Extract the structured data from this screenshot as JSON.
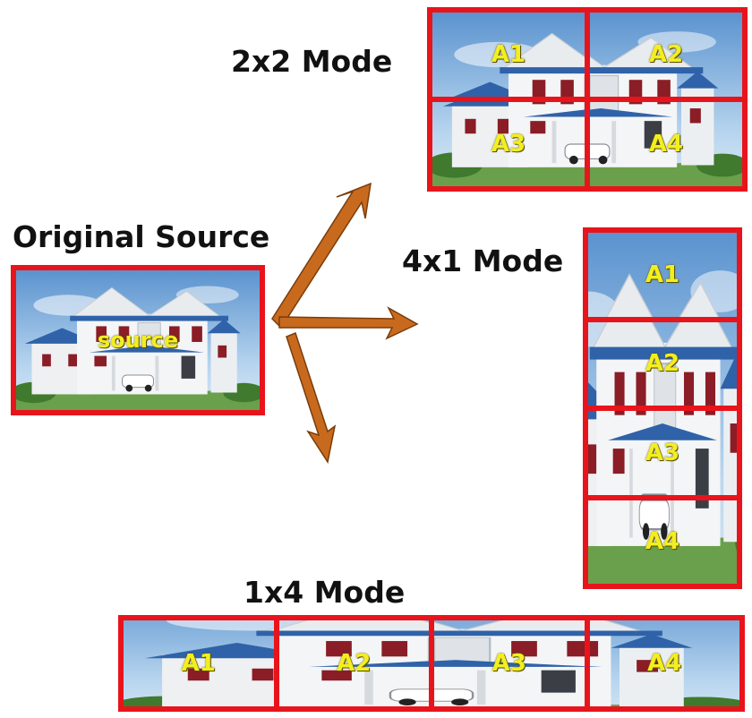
{
  "colors": {
    "frame": "#e8141c",
    "label": "#f3ee1f",
    "arrow": "#c86a1e",
    "arrow_stroke": "#7a3c0a"
  },
  "original": {
    "title": "Original Source",
    "label": "source"
  },
  "mode_2x2": {
    "title": "2x2 Mode",
    "labels": [
      "A1",
      "A2",
      "A3",
      "A4"
    ]
  },
  "mode_4x1": {
    "title": "4x1 Mode",
    "labels": [
      "A1",
      "A2",
      "A3",
      "A4"
    ]
  },
  "mode_1x4": {
    "title": "1x4 Mode",
    "labels": [
      "A1",
      "A2",
      "A3",
      "A4"
    ]
  }
}
